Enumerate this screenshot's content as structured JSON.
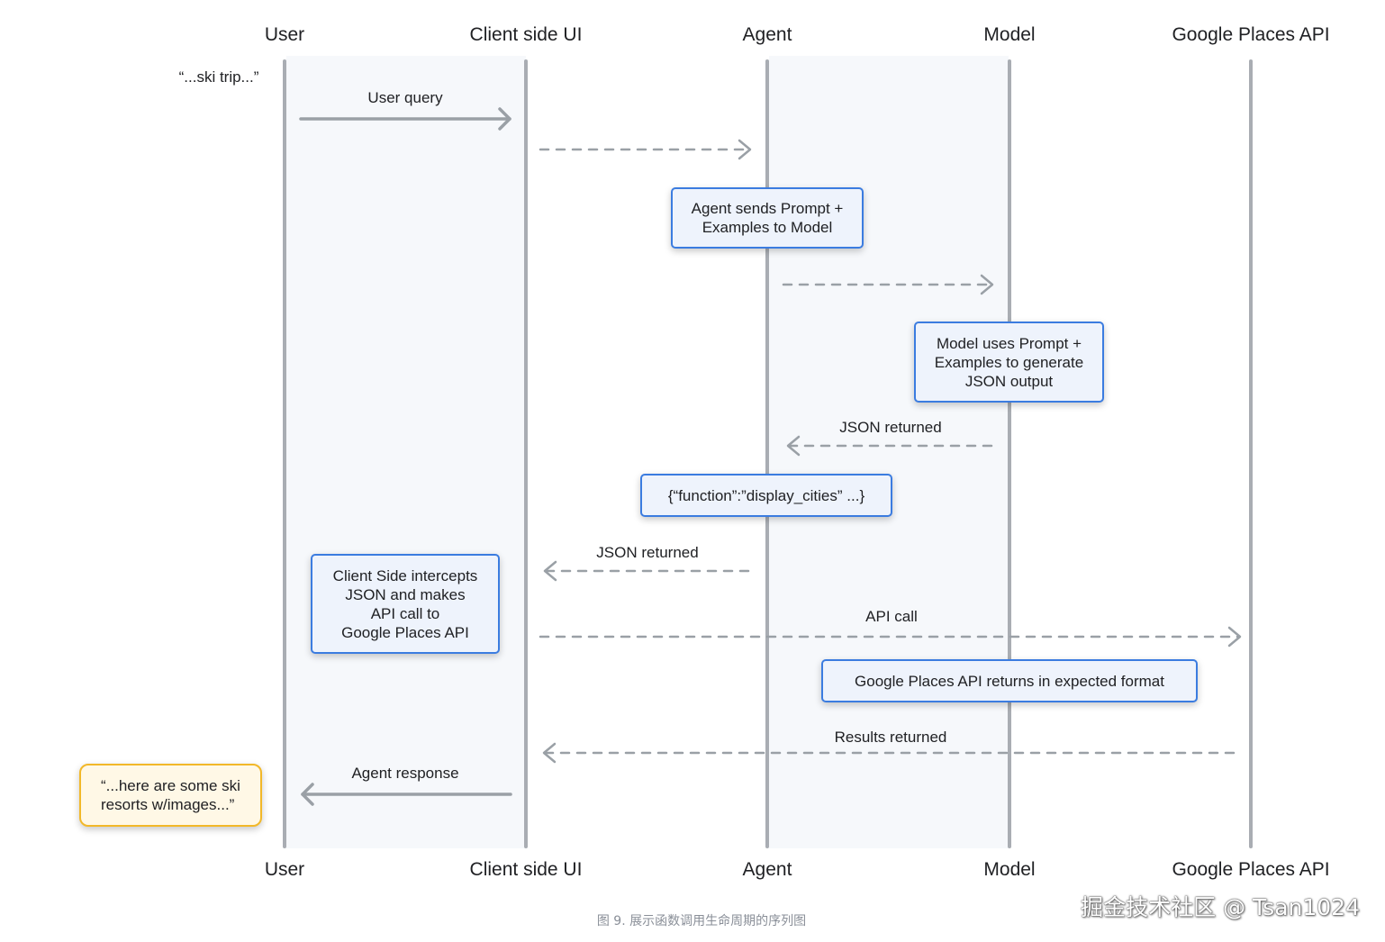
{
  "lanes": [
    "User",
    "Client side UI",
    "Agent",
    "Model",
    "Google Places API"
  ],
  "user_quote": "“...ski trip...”",
  "messages": {
    "user_query": "User query",
    "json_returned_model": "JSON returned",
    "json_returned_agent": "JSON returned",
    "api_call": "API call",
    "results_returned": "Results returned",
    "agent_response": "Agent response"
  },
  "boxes": {
    "agent_sends": "Agent sends Prompt +\nExamples to Model",
    "model_uses": "Model uses Prompt +\nExamples to generate\nJSON output",
    "function_json": "{“function”:”display_cities” ...}",
    "client_intercepts": "Client Side intercepts\nJSON and makes\nAPI call to\nGoogle Places API",
    "places_returns": "Google Places API returns in expected format",
    "final_response": "“...here are some ski\nresorts w/images...”"
  },
  "caption": "图 9. 展示函数调用生命周期的序列图",
  "watermark": "掘金技术社区 @ Tsan1024",
  "colors": {
    "box_border": "#3b7ce0",
    "box_fill": "#eef3fc",
    "highlight_border": "#f2b829",
    "highlight_fill": "#fff8e6",
    "lifeline": "#a9adb3",
    "band": "#f6f8fb"
  }
}
